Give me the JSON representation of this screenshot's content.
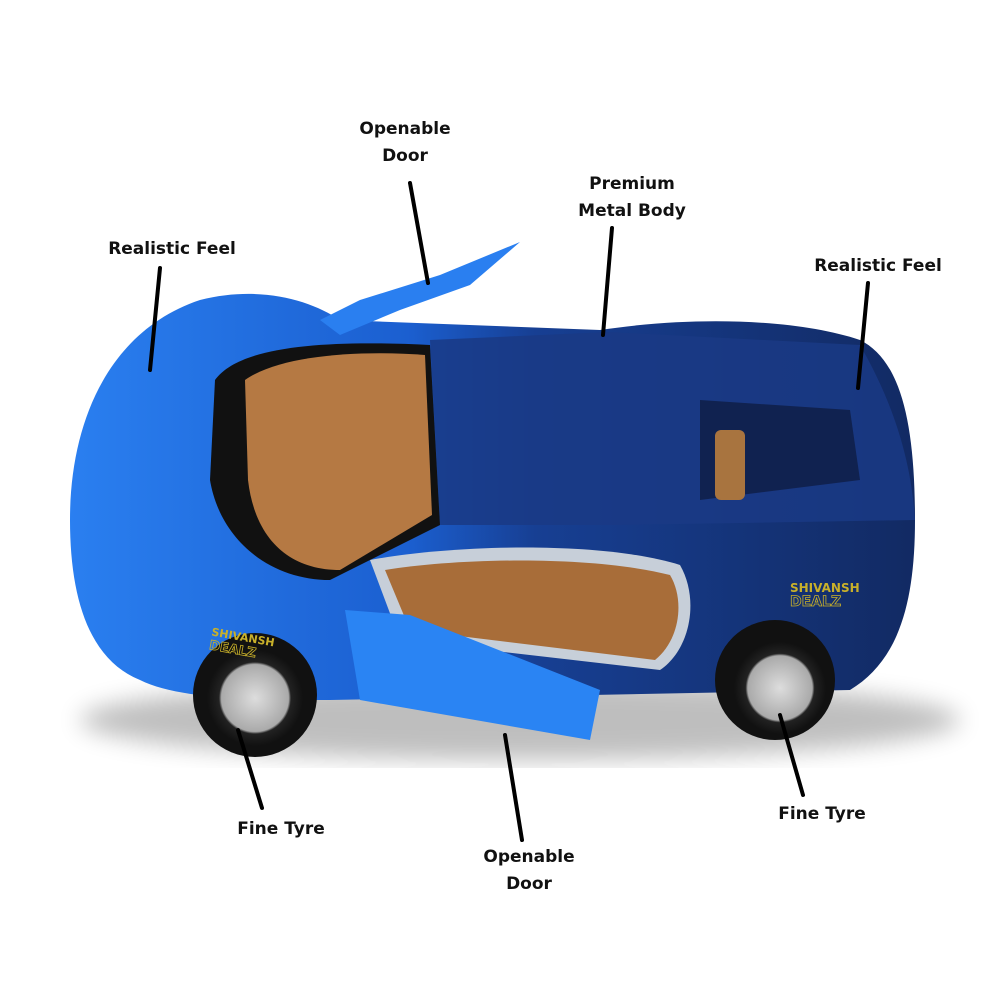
{
  "callouts": {
    "door_top": {
      "line1": "Openable",
      "line2": "Door"
    },
    "feel_left": {
      "text": "Realistic Feel"
    },
    "body": {
      "line1": "Premium",
      "line2": "Metal Body"
    },
    "feel_right": {
      "text": "Realistic Feel"
    },
    "tyre_left": {
      "text": "Fine Tyre"
    },
    "door_bottom": {
      "line1": "Openable",
      "line2": "Door"
    },
    "tyre_right": {
      "text": "Fine Tyre"
    }
  },
  "watermark": {
    "line1": "SHIVANSH",
    "line2": "DEALZ"
  },
  "colors": {
    "light_blue": "#1f6fe0",
    "dark_blue": "#13306e",
    "interior": "#b77a45",
    "watermark": "#c8b02a"
  }
}
